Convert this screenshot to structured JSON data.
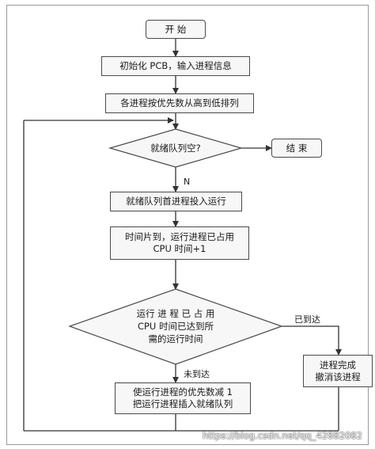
{
  "nodes": {
    "start": "开 始",
    "init": "初始化 PCB，输入进程信息",
    "sort": "各进程按优先数从高到低排列",
    "check_empty": "就绪队列空?",
    "end": "结 束",
    "run_head": "就绪队列首进程投入运行",
    "time_slice": "时间片到，运行进程已占用\nCPU 时间+1",
    "check_time": "运行 进 程 已 占 用\nCPU 时间已达到所\n需的运行时间",
    "finish": "进程完成\n撤消该进程",
    "requeue": "使运行进程的优先数减 1\n把运行进程插入就绪队列"
  },
  "edge_labels": {
    "n": "N",
    "reached": "已到达",
    "not_reached": "未到达"
  },
  "watermark": "https://blog.csdn.net/qq_42882082"
}
